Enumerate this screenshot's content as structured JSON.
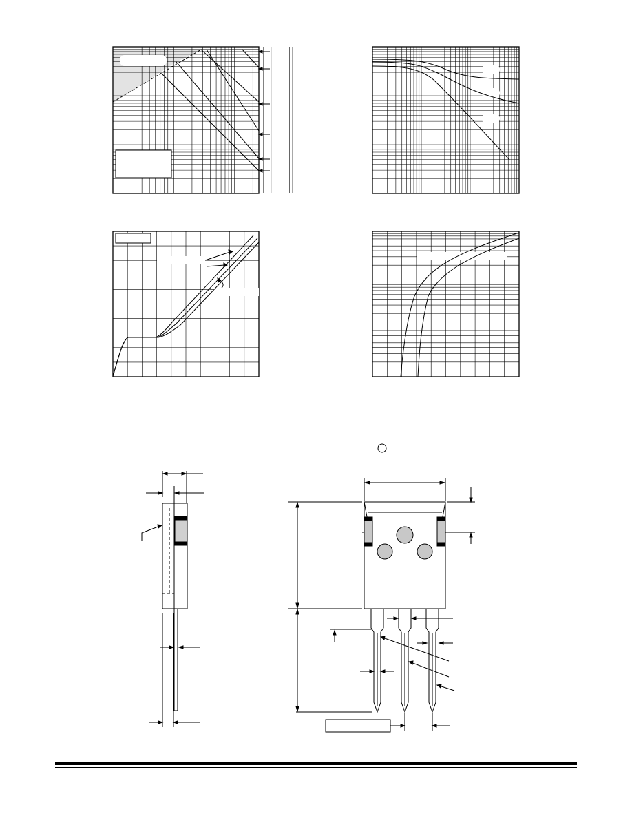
{
  "document": {
    "kind": "datasheet-page",
    "text_visible": false
  },
  "graphs": [
    {
      "id": "graph-top-left",
      "grid": "log-log",
      "inset_boxes": 2,
      "callout_arrows": 6
    },
    {
      "id": "graph-top-right",
      "grid": "log-log",
      "curves": 3
    },
    {
      "id": "graph-bottom-left",
      "grid": "linear",
      "inset_boxes": 1,
      "curves": 3
    },
    {
      "id": "graph-bottom-right",
      "grid": "semilog",
      "curves": 2
    }
  ],
  "package_drawing": {
    "views": [
      "side-view",
      "front-view"
    ],
    "leads": 3,
    "mounting_holes": 1,
    "lead_circles": 2,
    "label_boxes": 1
  },
  "colors": {
    "ink": "#000000",
    "paper": "#ffffff",
    "shade": "#e6e6e6",
    "pad": "#c8c8c8"
  }
}
